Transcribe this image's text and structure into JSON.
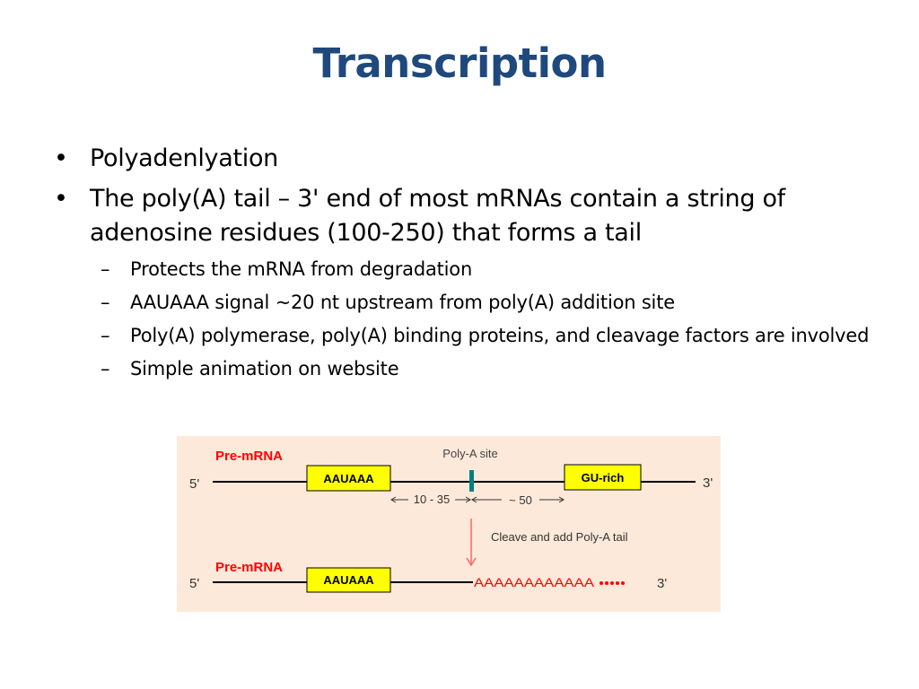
{
  "slide": {
    "title": "Transcription",
    "bullets": [
      {
        "text": "Polyadenlyation"
      },
      {
        "text": "The poly(A) tail – 3' end of most mRNAs contain a string of adenosine residues (100-250) that forms a tail"
      }
    ],
    "sub_bullets": [
      {
        "text": "Protects the mRNA from degradation"
      },
      {
        "text": "AAUAAA signal ~20 nt upstream from poly(A) addition site"
      },
      {
        "text": "Poly(A) polymerase, poly(A) binding proteins, and cleavage factors are involved"
      },
      {
        "text": "Simple animation on website"
      }
    ],
    "bullet_glyph": "•",
    "dash_glyph": "–"
  },
  "diagram": {
    "top_label": "Pre-mRNA",
    "bottom_label": "Pre-mRNA",
    "five_prime": "5'",
    "three_prime": "3'",
    "signal_box": "AAUAAA",
    "gu_box": "GU-rich",
    "polya_site": "Poly-A site",
    "distance_1": "10 - 35",
    "distance_2": "~ 50",
    "step_label": "Cleave and add  Poly-A tail",
    "tail": "AAAAAAAAAAAA",
    "colors": {
      "red_label": "#ff0000",
      "box_fill": "#ffff00",
      "site_marker": "#008080",
      "arrow": "#ff6666",
      "background": "#fde9d9"
    }
  }
}
